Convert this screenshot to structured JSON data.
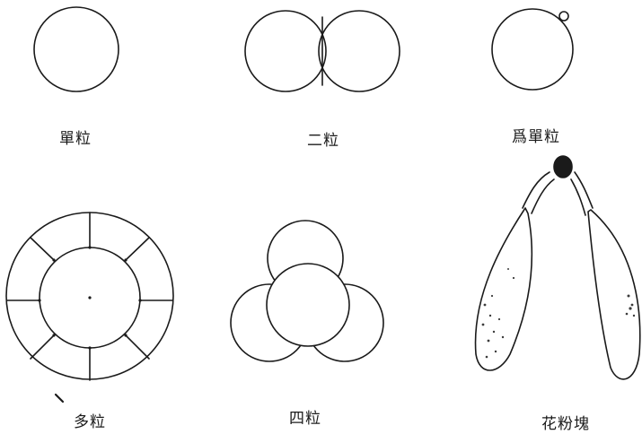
{
  "figure": {
    "panels": [
      {
        "id": "single",
        "label": "單粒"
      },
      {
        "id": "dyad",
        "label": "二粒"
      },
      {
        "id": "pseudo-monad",
        "label": "爲單粒"
      },
      {
        "id": "polyad",
        "label": "多粒"
      },
      {
        "id": "tetrad",
        "label": "四粒"
      },
      {
        "id": "pollinium",
        "label": "花粉塊"
      }
    ]
  }
}
